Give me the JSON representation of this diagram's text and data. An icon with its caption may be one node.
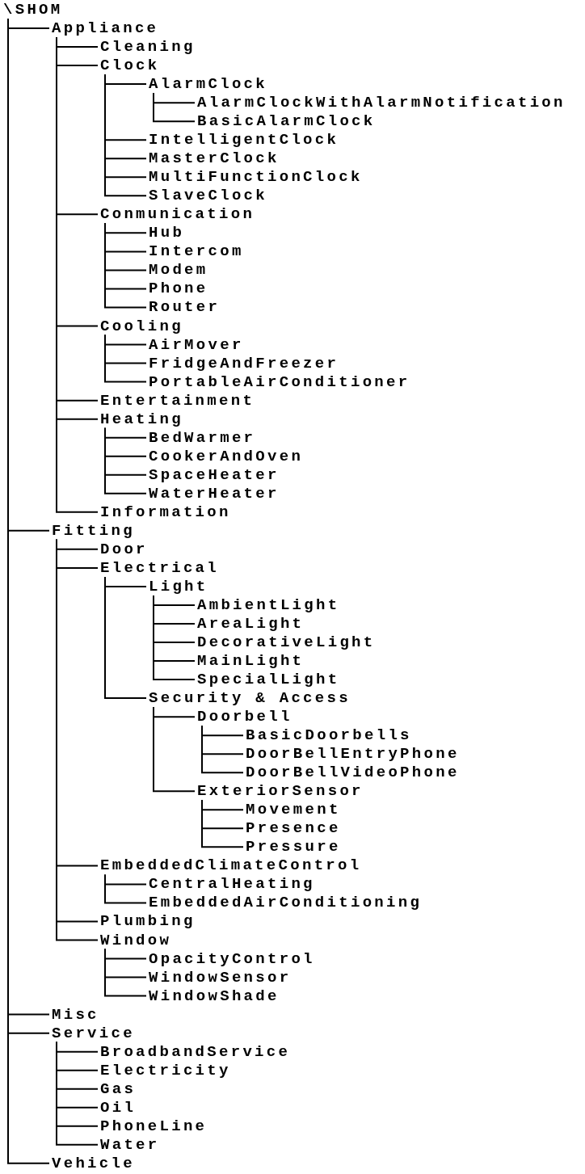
{
  "diagram": {
    "nodes": [
      {
        "text": [
          "\\SHOM"
        ]
      },
      {
        "text": [
          "Appliance"
        ]
      },
      {
        "text": [
          "Cleaning"
        ]
      },
      {
        "text": [
          "Clock"
        ]
      },
      {
        "text": [
          "AlarmClock"
        ]
      },
      {
        "text": [
          "AlarmClockWithAlarmNotification"
        ]
      },
      {
        "text": [
          "BasicAlarmClock"
        ]
      },
      {
        "text": [
          "IntelligentClock"
        ]
      },
      {
        "text": [
          "MasterClock"
        ]
      },
      {
        "text": [
          "MultiFunctionClock"
        ]
      },
      {
        "text": [
          "SlaveClock"
        ]
      },
      {
        "text": [
          "Conmunication"
        ]
      },
      {
        "text": [
          "Hub"
        ]
      },
      {
        "text": [
          "Intercom"
        ]
      },
      {
        "text": [
          "Modem"
        ]
      },
      {
        "text": [
          "Phone"
        ]
      },
      {
        "text": [
          "Router"
        ]
      },
      {
        "text": [
          "Cooling"
        ]
      },
      {
        "text": [
          "AirMover"
        ]
      },
      {
        "text": [
          "FridgeAndFreezer"
        ]
      },
      {
        "text": [
          "PortableAirConditioner"
        ]
      },
      {
        "text": [
          "Entertainment"
        ]
      },
      {
        "text": [
          "Heating"
        ]
      },
      {
        "text": [
          "BedWarmer"
        ]
      },
      {
        "text": [
          "CookerAndOven"
        ]
      },
      {
        "text": [
          "SpaceHeater"
        ]
      },
      {
        "text": [
          "WaterHeater"
        ]
      },
      {
        "text": [
          "Information"
        ]
      },
      {
        "text": [
          "Fitting"
        ]
      },
      {
        "text": [
          "Door"
        ]
      },
      {
        "text": [
          "Electrical"
        ]
      },
      {
        "text": [
          "Light"
        ]
      },
      {
        "text": [
          "AmbientLight"
        ]
      },
      {
        "text": [
          "AreaLight"
        ]
      },
      {
        "text": [
          "DecorativeLight"
        ]
      },
      {
        "text": [
          "MainLight"
        ]
      },
      {
        "text": [
          "SpecialLight"
        ]
      },
      {
        "text": [
          "Security & Access"
        ]
      },
      {
        "text": [
          "Doorbell"
        ]
      },
      {
        "text": [
          "BasicDoorbells"
        ]
      },
      {
        "text": [
          "DoorBellEntryPhone"
        ]
      },
      {
        "text": [
          "DoorBellVideoPhone"
        ]
      },
      {
        "text": [
          "ExteriorSensor"
        ]
      },
      {
        "text": [
          "Movement"
        ]
      },
      {
        "text": [
          "Presence"
        ]
      },
      {
        "text": [
          "Pressure"
        ]
      },
      {
        "text": [
          "EmbeddedClimateControl"
        ]
      },
      {
        "text": [
          "CentralHeating"
        ]
      },
      {
        "text": [
          "EmbeddedAirConditioning"
        ]
      },
      {
        "text": [
          "Plumbing"
        ]
      },
      {
        "text": [
          "Window"
        ]
      },
      {
        "text": [
          "OpacityControl"
        ]
      },
      {
        "text": [
          "WindowSensor"
        ]
      },
      {
        "text": [
          "WindowShade"
        ]
      },
      {
        "text": [
          "Misc"
        ]
      },
      {
        "text": [
          "Service"
        ]
      },
      {
        "text": [
          "BroadbandService"
        ]
      },
      {
        "text": [
          "Electricity"
        ]
      },
      {
        "text": [
          "Gas"
        ]
      },
      {
        "text": [
          "Oil"
        ]
      },
      {
        "text": [
          "PhoneLine"
        ]
      },
      {
        "text": [
          "Water"
        ]
      },
      {
        "text": [
          "Vehicle"
        ]
      }
    ],
    "edges": [
      {
        "from": 0,
        "to": 1,
        "arrow": "none"
      },
      {
        "from": 1,
        "to": 2,
        "arrow": "none"
      },
      {
        "from": 1,
        "to": 3,
        "arrow": "none"
      },
      {
        "from": 3,
        "to": 4,
        "arrow": "none"
      },
      {
        "from": 4,
        "to": 5,
        "arrow": "none"
      },
      {
        "from": 4,
        "to": 6,
        "arrow": "none"
      },
      {
        "from": 3,
        "to": 7,
        "arrow": "none"
      },
      {
        "from": 3,
        "to": 8,
        "arrow": "none"
      },
      {
        "from": 3,
        "to": 9,
        "arrow": "none"
      },
      {
        "from": 3,
        "to": 10,
        "arrow": "none"
      },
      {
        "from": 1,
        "to": 11,
        "arrow": "none"
      },
      {
        "from": 11,
        "to": 12,
        "arrow": "none"
      },
      {
        "from": 11,
        "to": 13,
        "arrow": "none"
      },
      {
        "from": 11,
        "to": 14,
        "arrow": "none"
      },
      {
        "from": 11,
        "to": 15,
        "arrow": "none"
      },
      {
        "from": 11,
        "to": 16,
        "arrow": "none"
      },
      {
        "from": 1,
        "to": 17,
        "arrow": "none"
      },
      {
        "from": 17,
        "to": 18,
        "arrow": "none"
      },
      {
        "from": 17,
        "to": 19,
        "arrow": "none"
      },
      {
        "from": 17,
        "to": 20,
        "arrow": "none"
      },
      {
        "from": 1,
        "to": 21,
        "arrow": "none"
      },
      {
        "from": 1,
        "to": 22,
        "arrow": "none"
      },
      {
        "from": 22,
        "to": 23,
        "arrow": "none"
      },
      {
        "from": 22,
        "to": 24,
        "arrow": "none"
      },
      {
        "from": 22,
        "to": 25,
        "arrow": "none"
      },
      {
        "from": 22,
        "to": 26,
        "arrow": "none"
      },
      {
        "from": 1,
        "to": 27,
        "arrow": "none"
      },
      {
        "from": 0,
        "to": 28,
        "arrow": "none"
      },
      {
        "from": 28,
        "to": 29,
        "arrow": "none"
      },
      {
        "from": 28,
        "to": 30,
        "arrow": "none"
      },
      {
        "from": 30,
        "to": 31,
        "arrow": "none"
      },
      {
        "from": 31,
        "to": 32,
        "arrow": "none"
      },
      {
        "from": 31,
        "to": 33,
        "arrow": "none"
      },
      {
        "from": 31,
        "to": 34,
        "arrow": "none"
      },
      {
        "from": 31,
        "to": 35,
        "arrow": "none"
      },
      {
        "from": 31,
        "to": 36,
        "arrow": "none"
      },
      {
        "from": 30,
        "to": 37,
        "arrow": "none"
      },
      {
        "from": 37,
        "to": 38,
        "arrow": "none"
      },
      {
        "from": 38,
        "to": 39,
        "arrow": "none"
      },
      {
        "from": 38,
        "to": 40,
        "arrow": "none"
      },
      {
        "from": 38,
        "to": 41,
        "arrow": "none"
      },
      {
        "from": 37,
        "to": 42,
        "arrow": "none"
      },
      {
        "from": 42,
        "to": 43,
        "arrow": "none"
      },
      {
        "from": 42,
        "to": 44,
        "arrow": "none"
      },
      {
        "from": 42,
        "to": 45,
        "arrow": "none"
      },
      {
        "from": 28,
        "to": 46,
        "arrow": "none"
      },
      {
        "from": 46,
        "to": 47,
        "arrow": "none"
      },
      {
        "from": 46,
        "to": 48,
        "arrow": "none"
      },
      {
        "from": 28,
        "to": 49,
        "arrow": "none"
      },
      {
        "from": 28,
        "to": 50,
        "arrow": "none"
      },
      {
        "from": 50,
        "to": 51,
        "arrow": "none"
      },
      {
        "from": 50,
        "to": 52,
        "arrow": "none"
      },
      {
        "from": 50,
        "to": 53,
        "arrow": "none"
      },
      {
        "from": 0,
        "to": 54,
        "arrow": "none"
      },
      {
        "from": 0,
        "to": 55,
        "arrow": "none"
      },
      {
        "from": 55,
        "to": 56,
        "arrow": "none"
      },
      {
        "from": 55,
        "to": 57,
        "arrow": "none"
      },
      {
        "from": 55,
        "to": 58,
        "arrow": "none"
      },
      {
        "from": 55,
        "to": 59,
        "arrow": "none"
      },
      {
        "from": 55,
        "to": 60,
        "arrow": "none"
      },
      {
        "from": 55,
        "to": 61,
        "arrow": "none"
      },
      {
        "from": 0,
        "to": 62,
        "arrow": "none"
      }
    ]
  }
}
